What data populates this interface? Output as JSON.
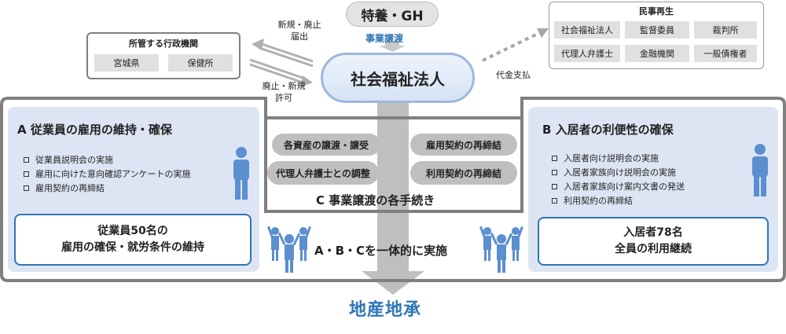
{
  "top_pill": "特養・GH",
  "transfer_label": "事業譲渡",
  "center": "社会福祉法人",
  "admin": {
    "title": "所管する行政機関",
    "items": [
      "宮城県",
      "保健所"
    ]
  },
  "arrows": {
    "upper": [
      "新規・廃止",
      "届出"
    ],
    "lower": [
      "廃止・新規",
      "許可"
    ],
    "payment": "代金支払"
  },
  "civil": {
    "title": "民事再生",
    "items": [
      "社会福祉法人",
      "監督委員",
      "裁判所",
      "代理人弁護士",
      "金融機関",
      "一般債権者"
    ]
  },
  "section_a": {
    "title": "A 従業員の雇用の維持・確保",
    "bullets": [
      "従業員説明会の実施",
      "雇用に向けた意向確認アンケートの実施",
      "雇用契約の再締結"
    ],
    "summary": [
      "従業員50名の",
      "雇用の確保・就労条件の維持"
    ]
  },
  "section_b": {
    "title": "B 入居者の利便性の確保",
    "bullets": [
      "入居者向け説明会の実施",
      "入居者家族向け説明会の実施",
      "入居者家族向け案内文書の発送",
      "利用契約の再締結"
    ],
    "summary": [
      "入居者78名",
      "全員の利用継続"
    ]
  },
  "section_c": {
    "title": "C 事業譲渡の各手続き",
    "items": [
      "各資産の譲渡・譲受",
      "代理人弁護士との調整",
      "雇用契約の再締結",
      "利用契約の再締結"
    ]
  },
  "integration": "A・B・Cを一体的に実施",
  "final": "地産地承"
}
